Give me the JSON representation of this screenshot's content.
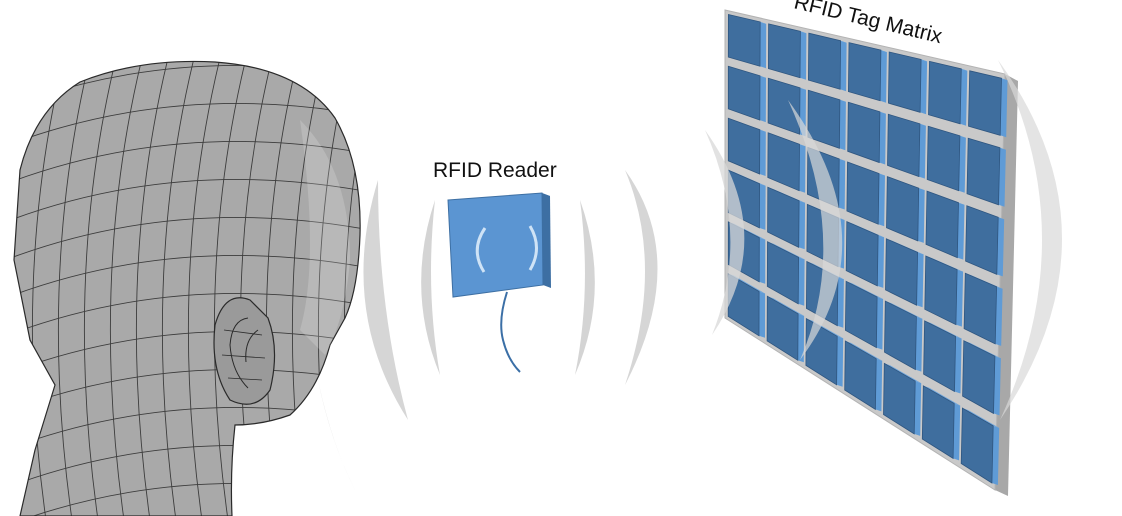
{
  "diagram": {
    "reader_label": "RFID Reader",
    "matrix_label": "RFID Tag Matrix",
    "matrix": {
      "rows": 6,
      "cols": 7
    },
    "colors": {
      "background": "#ffffff",
      "tag_face": "#3f6e9e",
      "tag_side": "#5f9bd6",
      "reader_face": "#5b95d2",
      "panel": "#c9c9c9",
      "wave": "#cfcfcf",
      "head_fill": "#a9a9a9",
      "mesh_line": "#2a2a2a",
      "cable": "#3b6fa6"
    },
    "icons": {
      "head": "wireframe-head-icon",
      "reader": "rfid-reader-icon",
      "waves": "signal-arc-icon",
      "matrix": "tag-matrix-icon"
    }
  }
}
